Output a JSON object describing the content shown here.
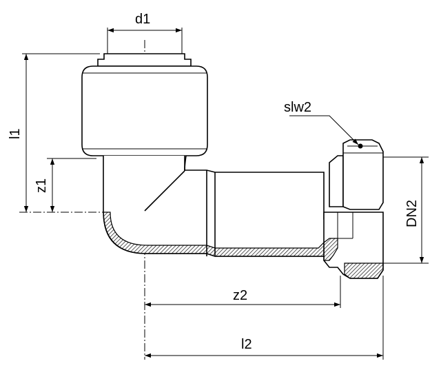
{
  "labels": {
    "d1": "d1",
    "l1": "l1",
    "z1": "z1",
    "slw2": "slw2",
    "DN2": "DN2",
    "z2": "z2",
    "l2": "l2"
  }
}
